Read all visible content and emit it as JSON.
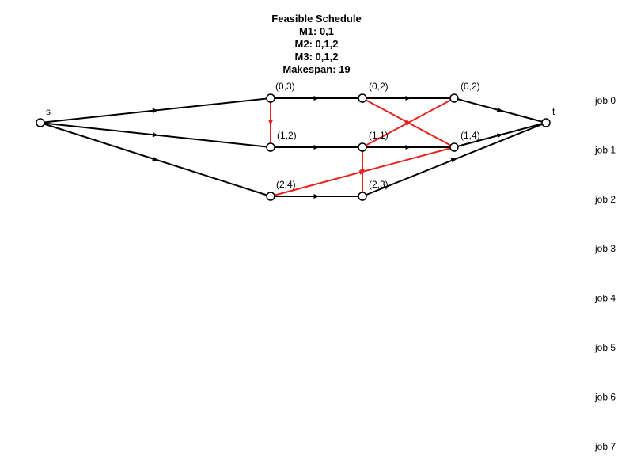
{
  "title_lines": [
    "Feasible Schedule",
    "M1: 0,1",
    "M2: 0,1,2",
    "M3: 0,1,2",
    "Makespan: 19"
  ],
  "nodes": [
    {
      "id": "s",
      "label": "s"
    },
    {
      "id": "t",
      "label": "t"
    },
    {
      "id": "j0o0",
      "label": "(0,3)"
    },
    {
      "id": "j0o1",
      "label": "(0,2)"
    },
    {
      "id": "j0o2",
      "label": "(0,2)"
    },
    {
      "id": "j1o0",
      "label": "(1,2)"
    },
    {
      "id": "j1o1",
      "label": "(1,1)"
    },
    {
      "id": "j1o2",
      "label": "(1,4)"
    },
    {
      "id": "j2o0",
      "label": "(2,4)"
    },
    {
      "id": "j2o1",
      "label": "(2,3)"
    }
  ],
  "conjunctive_edges": [
    [
      "s",
      "j0o0"
    ],
    [
      "j0o0",
      "j0o1"
    ],
    [
      "j0o1",
      "j0o2"
    ],
    [
      "j0o2",
      "t"
    ],
    [
      "s",
      "j1o0"
    ],
    [
      "j1o0",
      "j1o1"
    ],
    [
      "j1o1",
      "j1o2"
    ],
    [
      "j1o2",
      "t"
    ],
    [
      "s",
      "j2o0"
    ],
    [
      "j2o0",
      "j2o1"
    ],
    [
      "j2o1",
      "t"
    ]
  ],
  "disjunctive_edges": [
    [
      "j0o0",
      "j1o0"
    ],
    [
      "j0o1",
      "j1o2"
    ],
    [
      "j1o1",
      "j0o2"
    ],
    [
      "j2o0",
      "j1o2"
    ],
    [
      "j1o1",
      "j2o1"
    ]
  ],
  "job_labels": [
    "job 0",
    "job 1",
    "job 2",
    "job 3",
    "job 4",
    "job 5",
    "job 6",
    "job 7"
  ],
  "colors": {
    "conjunctive": "#000000",
    "disjunctive": "#e8201e",
    "node_fill": "#ffffff",
    "node_stroke": "#000000"
  }
}
